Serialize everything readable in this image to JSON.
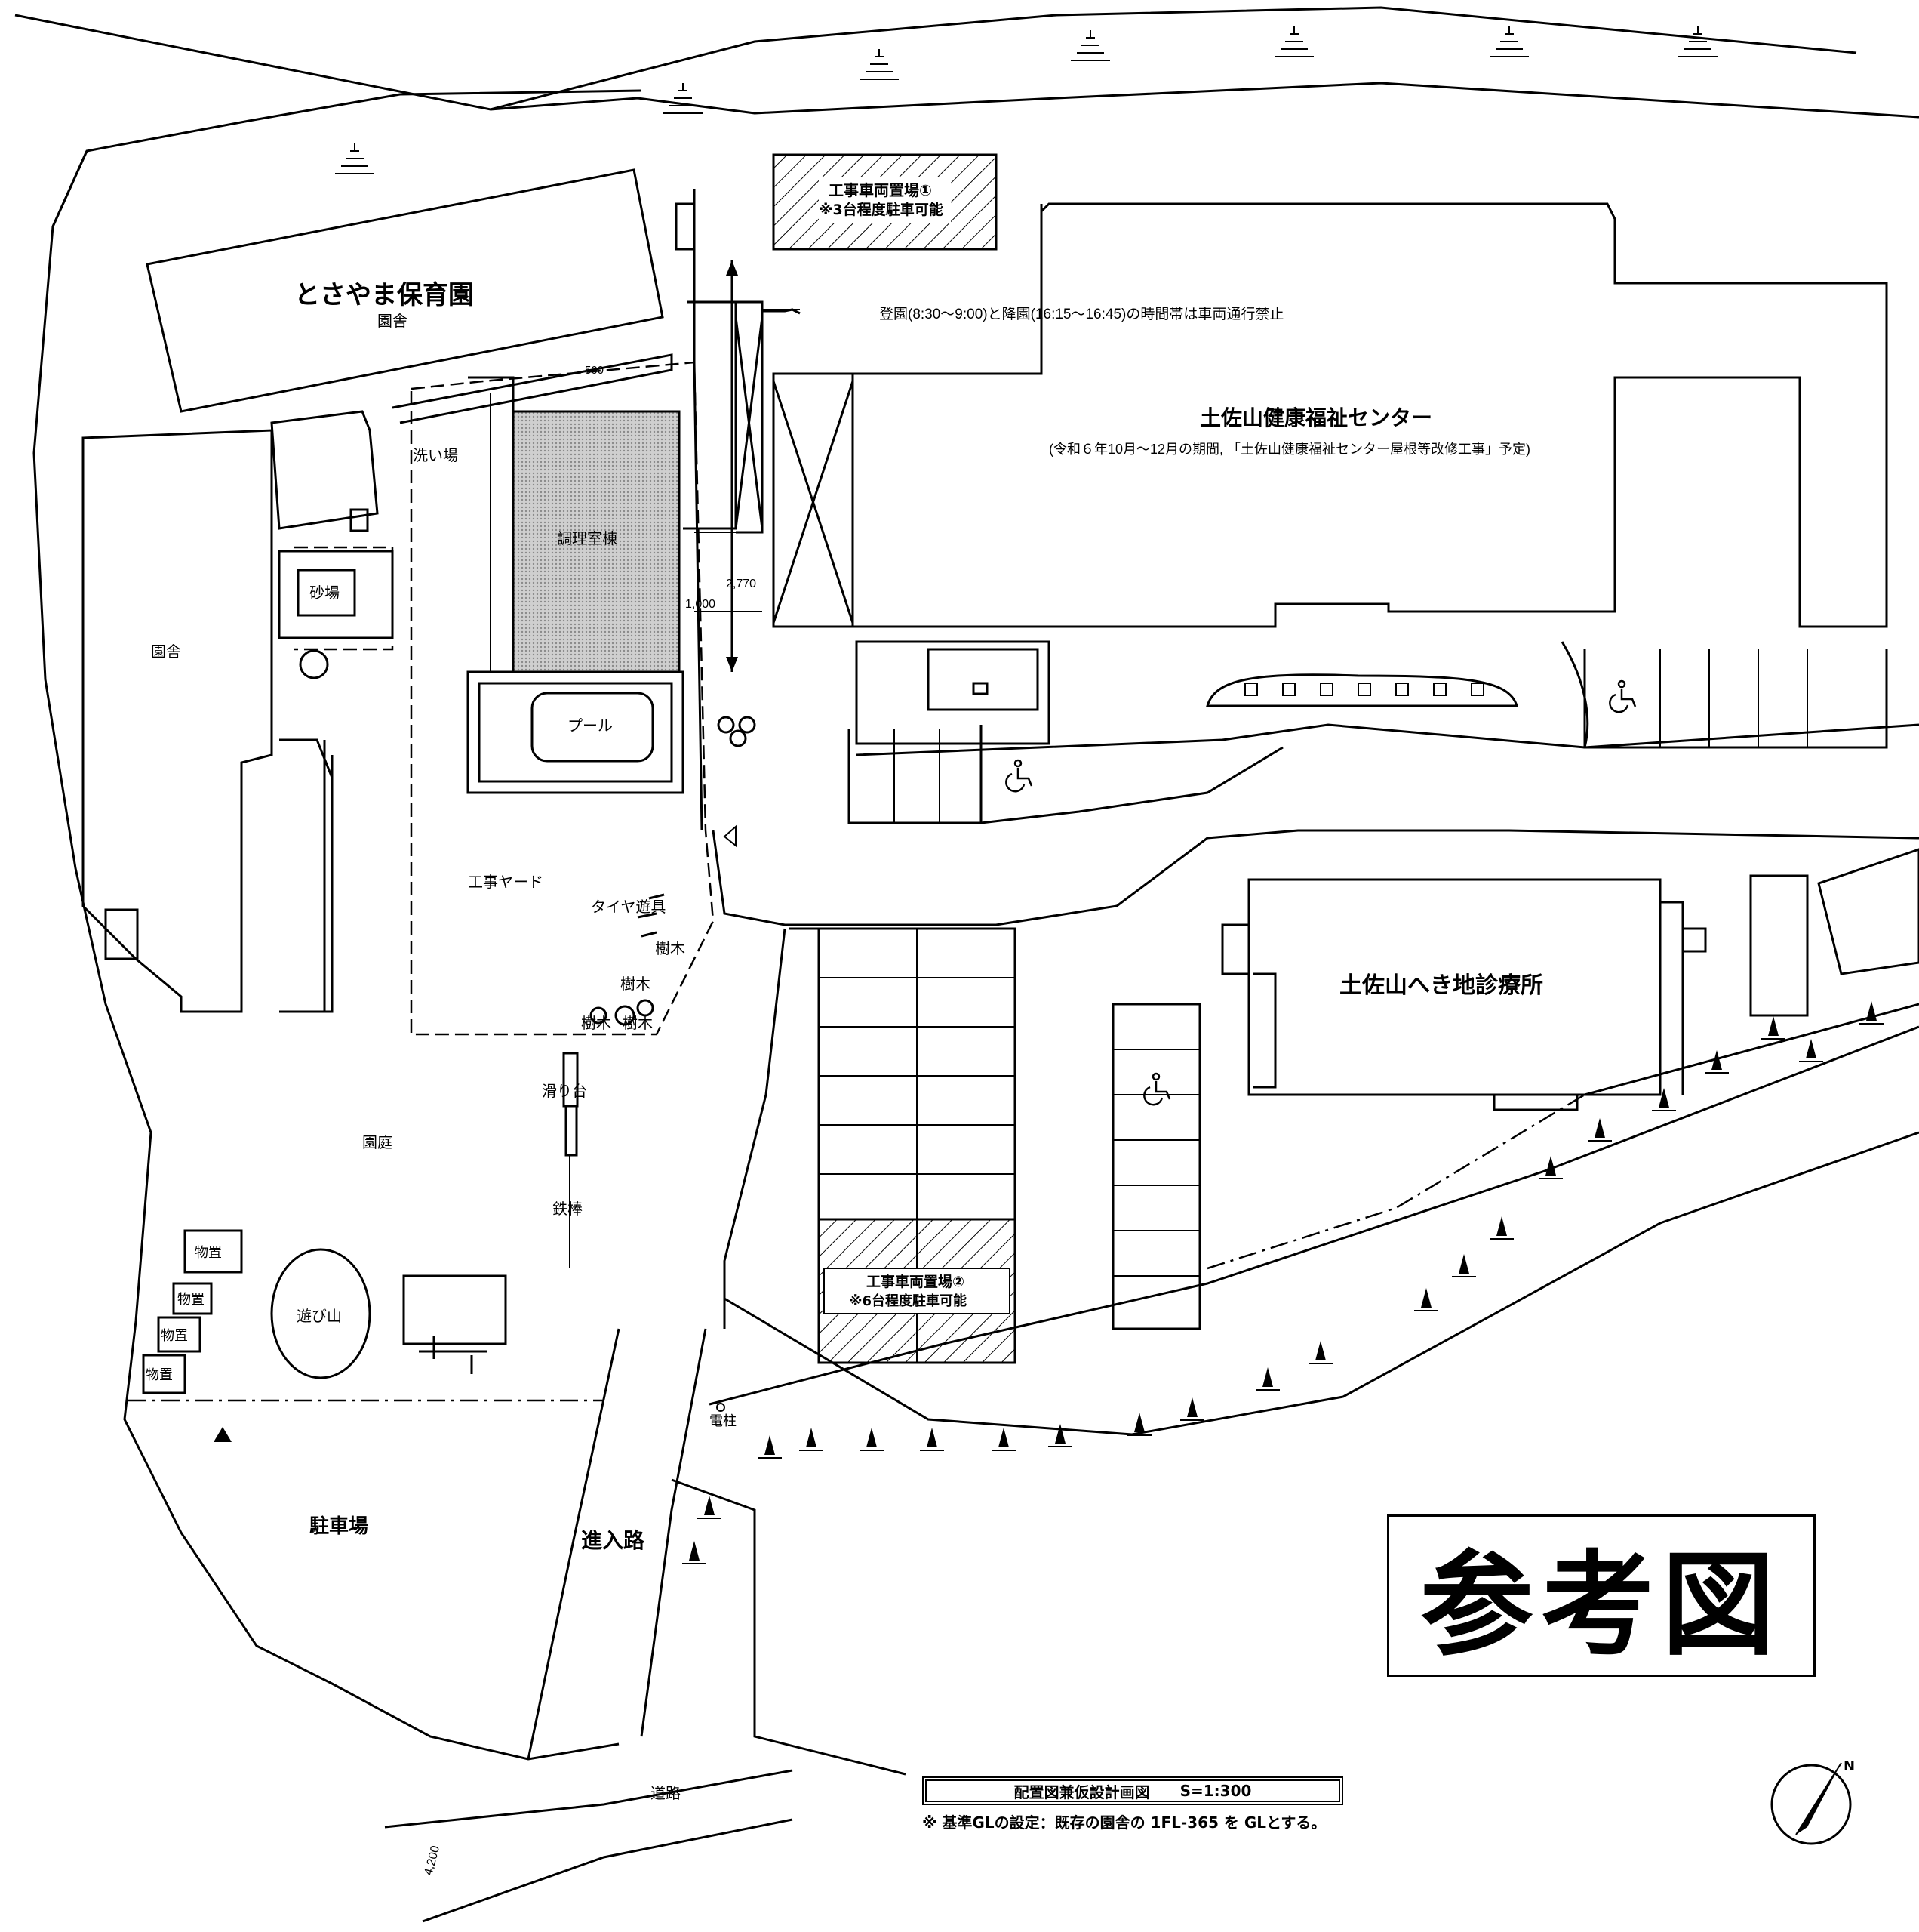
{
  "buildings": {
    "nursery_name": "とさやま保育園",
    "nursery_sub": "園舎",
    "west_wing": "園舎",
    "center_name": "土佐山健康福祉センター",
    "center_note": "(令和６年10月～12月の期間, 「土佐山健康福祉センター屋根等改修工事」予定)",
    "clinic_name": "土佐山へき地診療所",
    "kitchen": "調理室棟"
  },
  "areas": {
    "wash": "洗い場",
    "sandbox": "砂場",
    "pool": "プール",
    "yard": "工事ヤード",
    "tire": "タイヤ遊具",
    "tree": "樹木",
    "slide": "滑り台",
    "garden": "園庭",
    "bar": "鉄棒",
    "storage": "物置",
    "hill": "遊び山",
    "parking": "駐車場",
    "approach": "進入路",
    "road": "道路",
    "pole": "電柱"
  },
  "vehicle_area_1": {
    "title": "工事車両置場①",
    "note": "※3台程度駐車可能"
  },
  "vehicle_area_2": {
    "title": "工事車両置場②",
    "note": "※6台程度駐車可能"
  },
  "traffic_note": "登園(8:30～9:00)と降園(16:15～16:45)の時間帯は車両通行禁止",
  "dimensions": {
    "d500": "500",
    "d2770": "2,770",
    "d1000": "1,000",
    "d4200": "4,200"
  },
  "reference_stamp": "参考図",
  "drawing_title": {
    "name": "配置図兼仮設計画図",
    "scale": "S=1:300"
  },
  "gl_note": "※ 基準GLの設定：既存の園舎の 1FL-365 を GLとする。",
  "north_label": "N",
  "icons": [
    "wheelchair-icon",
    "north-arrow-icon",
    "slope-mark-icon"
  ]
}
